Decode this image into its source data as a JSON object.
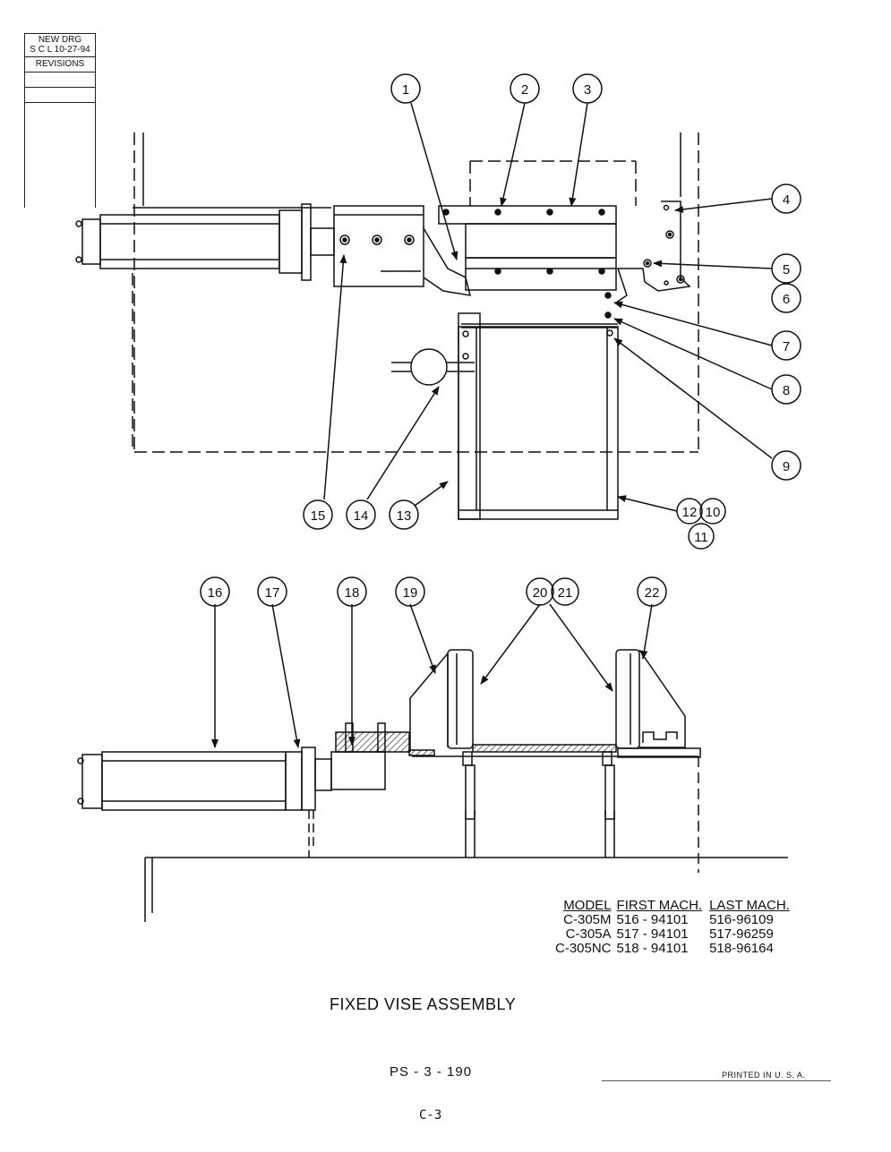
{
  "revision_block": {
    "line1": "NEW DRG",
    "line2": "S C L 10-27-94",
    "label": "REVISIONS"
  },
  "callouts": {
    "c1": "1",
    "c2": "2",
    "c3": "3",
    "c4": "4",
    "c5": "5",
    "c6": "6",
    "c7": "7",
    "c8": "8",
    "c9": "9",
    "c10": "10",
    "c11": "11",
    "c12": "12",
    "c13": "13",
    "c14": "14",
    "c15": "15",
    "c16": "16",
    "c17": "17",
    "c18": "18",
    "c19": "19",
    "c20": "20",
    "c21": "21",
    "c22": "22"
  },
  "model_table": {
    "headers": [
      "MODEL",
      "FIRST MACH.",
      "LAST MACH."
    ],
    "rows": [
      [
        "C-305M",
        "516 - 94101",
        "516-96109"
      ],
      [
        "C-305A",
        "517 - 94101",
        "517-96259"
      ],
      [
        "C-305NC",
        "518 - 94101",
        "518-96164"
      ]
    ]
  },
  "title": "FIXED VISE ASSEMBLY",
  "page_number": "PS - 3 - 190",
  "printed": "PRINTED IN U. S. A.",
  "footer": "C-3"
}
